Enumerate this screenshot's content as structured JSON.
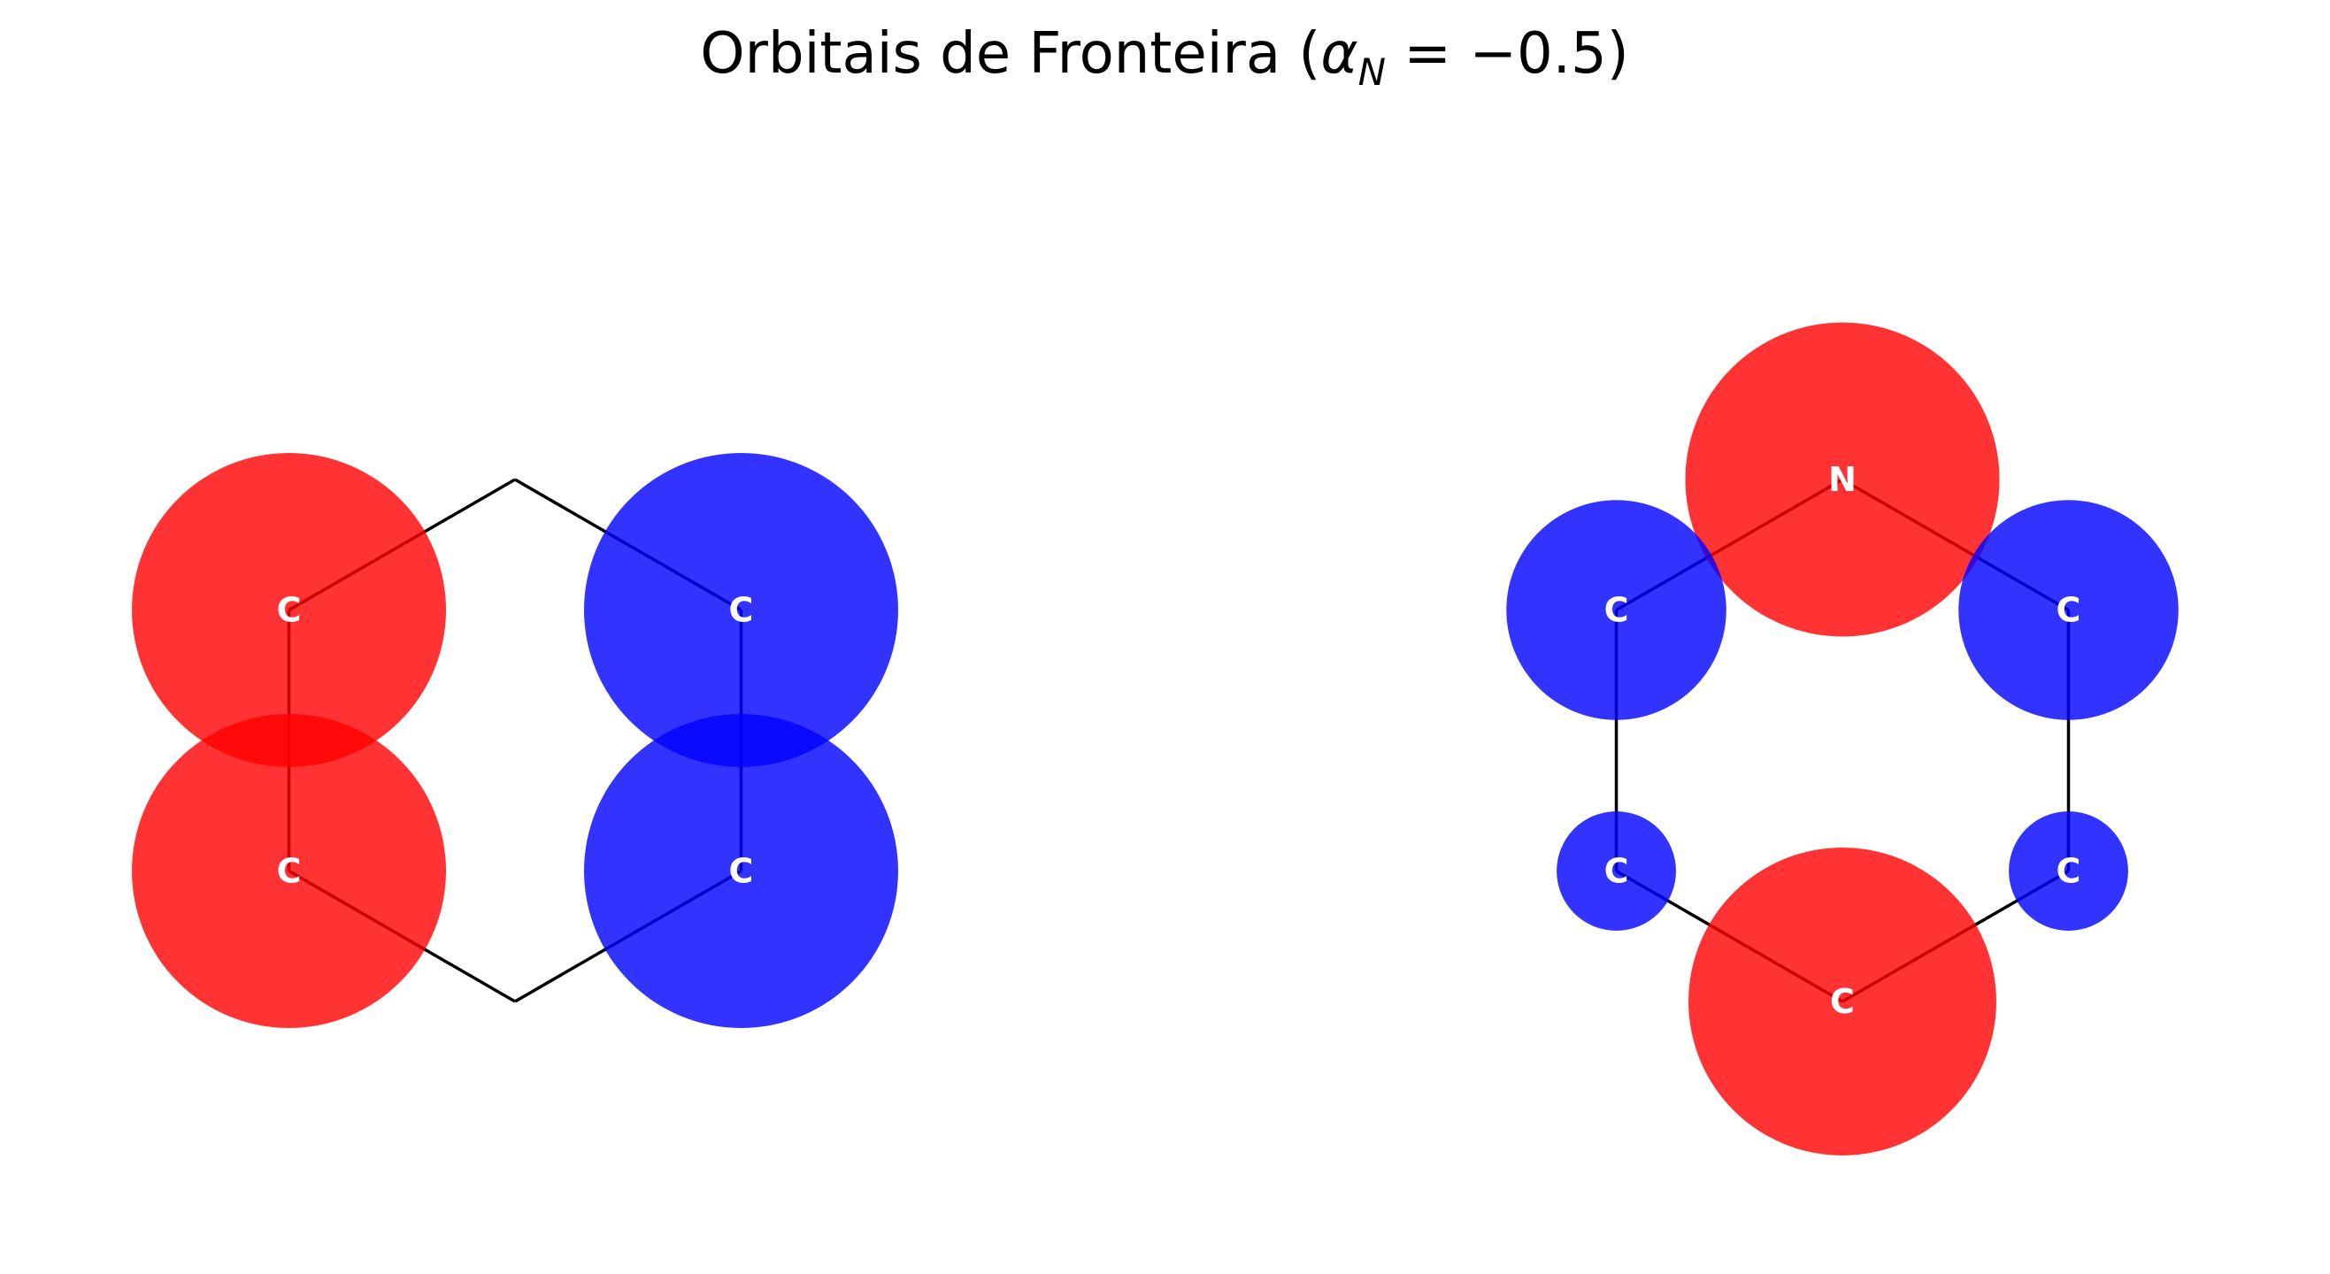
{
  "title": {
    "prefix": "Orbitais de Fronteira (",
    "symbol": "α",
    "subscript": "N",
    "suffix": " = −0.5)"
  },
  "colors": {
    "positive_lobe": "#ff0000",
    "negative_lobe": "#0000ff",
    "bond": "#000000",
    "atom_label": "#ffffff",
    "background": "#ffffff"
  },
  "panels": [
    {
      "atoms": [
        {
          "label": "",
          "coefficient": 0.0
        },
        {
          "label": "C",
          "coefficient": 0.5
        },
        {
          "label": "C",
          "coefficient": 0.5
        },
        {
          "label": "",
          "coefficient": 0.0
        },
        {
          "label": "C",
          "coefficient": -0.5
        },
        {
          "label": "C",
          "coefficient": -0.5
        }
      ]
    },
    {
      "atoms": [
        {
          "label": "N",
          "coefficient": 0.5
        },
        {
          "label": "C",
          "coefficient": -0.35
        },
        {
          "label": "C",
          "coefficient": -0.19
        },
        {
          "label": "C",
          "coefficient": 0.49
        },
        {
          "label": "C",
          "coefficient": -0.19
        },
        {
          "label": "C",
          "coefficient": -0.35
        }
      ]
    }
  ]
}
